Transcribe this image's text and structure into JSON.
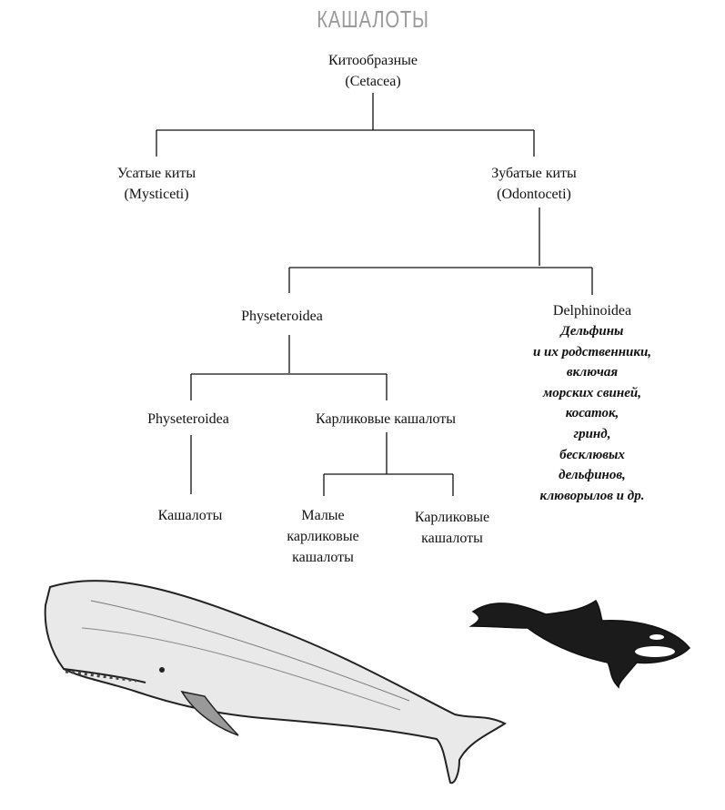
{
  "title": "КАШАЛОТЫ",
  "root": {
    "name": "Китообразные",
    "latin": "(Cetacea)"
  },
  "baleen": {
    "name": "Усатые киты",
    "latin": "(Mysticeti)"
  },
  "toothed": {
    "name": "Зубатые киты",
    "latin": "(Odontoceti)"
  },
  "physeteroidea": {
    "name": "Physeteroidea"
  },
  "delphinoidea": {
    "name": "Delphinoidea",
    "description": [
      "Дельфины",
      "и их родственники,",
      "включая",
      "морских свиней,",
      "косаток,",
      "гринд,",
      "бесклювых",
      "дельфинов,",
      "клюворылов и др."
    ]
  },
  "physeteridae": {
    "name": "Physeteroidea",
    "child": "Кашалоты"
  },
  "kogiidae": {
    "name": "Карликовые кашалоты",
    "children": [
      {
        "lines": [
          "Малые",
          "карликовые",
          "кашалоты"
        ]
      },
      {
        "lines": [
          "Карликовые",
          "кашалоты"
        ]
      }
    ]
  },
  "illustrations": [
    "sperm-whale",
    "orca"
  ]
}
